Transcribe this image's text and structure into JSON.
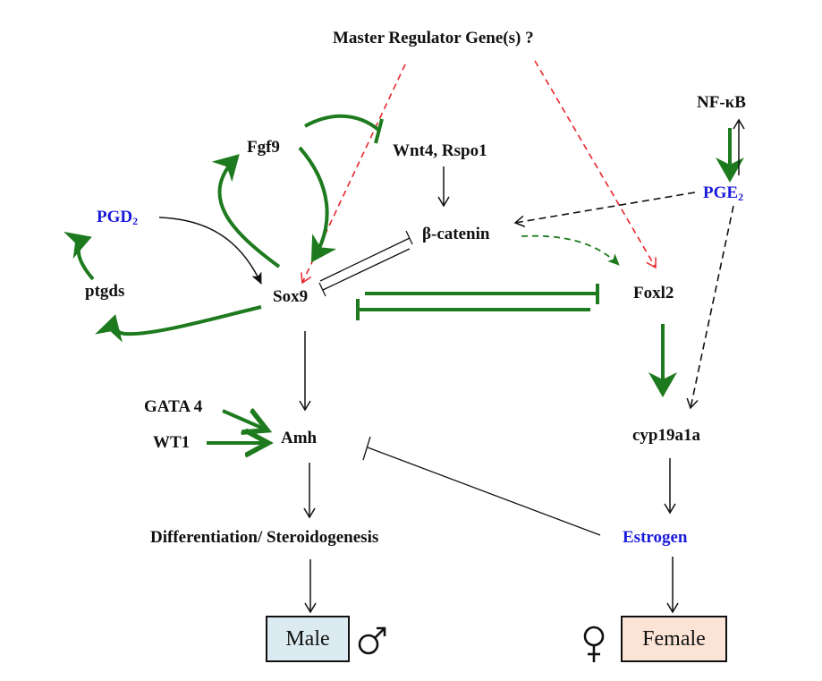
{
  "diagram": {
    "title": "Master Regulator Gene(s) ?",
    "nodes": {
      "master": "Master Regulator Gene(s) ?",
      "fgf9": "Fgf9",
      "wnt4_rspo1": "Wnt4, Rspo1",
      "nfkb": "NF-κB",
      "pge2": "PGE",
      "pge2_sub": "2",
      "pgd2": "PGD",
      "pgd2_sub": "2",
      "beta_catenin": "β-catenin",
      "ptgds": "ptgds",
      "sox9": "Sox9",
      "foxl2": "Foxl2",
      "gata4": "GATA 4",
      "wt1": "WT1",
      "amh": "Amh",
      "cyp19a1a": "cyp19a1a",
      "differentiation": "Differentiation/ Steroidogenesis",
      "estrogen": "Estrogen",
      "male": "Male",
      "female": "Female"
    },
    "symbols": {
      "male_symbol": "male-symbol-icon",
      "female_symbol": "female-symbol-icon"
    },
    "colors": {
      "activation_green": "#1e7a1e",
      "master_red_dashed": "#e8262b",
      "black": "#111111",
      "signal_blue": "#1a1adb",
      "male_box": "#dcebf1",
      "female_box": "#fbe3d6"
    },
    "edges": [
      {
        "from": "Master Regulator Gene(s) ?",
        "to": "Sox9",
        "type": "activation",
        "style": "dashed",
        "color": "red"
      },
      {
        "from": "Master Regulator Gene(s) ?",
        "to": "Foxl2",
        "type": "activation",
        "style": "dashed",
        "color": "red"
      },
      {
        "from": "Fgf9",
        "to": "Wnt4, Rspo1",
        "type": "inhibition",
        "style": "solid",
        "color": "green"
      },
      {
        "from": "Fgf9",
        "to": "Sox9",
        "type": "activation",
        "style": "solid",
        "color": "green"
      },
      {
        "from": "Sox9",
        "to": "Fgf9",
        "type": "activation",
        "style": "solid",
        "color": "green"
      },
      {
        "from": "Wnt4, Rspo1",
        "to": "β-catenin",
        "type": "activation",
        "style": "solid",
        "color": "black"
      },
      {
        "from": "NF-κB",
        "to": "PGE2",
        "type": "activation",
        "style": "solid",
        "color": "green"
      },
      {
        "from": "PGE2",
        "to": "NF-κB",
        "type": "activation",
        "style": "solid",
        "color": "black"
      },
      {
        "from": "PGE2",
        "to": "β-catenin",
        "type": "activation",
        "style": "dashed",
        "color": "black"
      },
      {
        "from": "PGE2",
        "to": "cyp19a1a",
        "type": "activation",
        "style": "dashed",
        "color": "black"
      },
      {
        "from": "β-catenin",
        "to": "Foxl2",
        "type": "activation",
        "style": "dashed",
        "color": "green"
      },
      {
        "from": "Sox9",
        "to": "β-catenin",
        "type": "inhibition",
        "style": "solid",
        "color": "black"
      },
      {
        "from": "β-catenin",
        "to": "Sox9",
        "type": "inhibition",
        "style": "solid",
        "color": "black"
      },
      {
        "from": "PGD2",
        "to": "Sox9",
        "type": "activation",
        "style": "solid",
        "color": "black"
      },
      {
        "from": "ptgds",
        "to": "PGD2",
        "type": "activation",
        "style": "solid",
        "color": "green"
      },
      {
        "from": "Sox9",
        "to": "ptgds",
        "type": "activation",
        "style": "solid",
        "color": "green"
      },
      {
        "from": "Sox9",
        "to": "Foxl2",
        "type": "inhibition",
        "style": "solid",
        "color": "green"
      },
      {
        "from": "Foxl2",
        "to": "Sox9",
        "type": "inhibition",
        "style": "solid",
        "color": "green"
      },
      {
        "from": "Sox9",
        "to": "Amh",
        "type": "activation",
        "style": "solid",
        "color": "black"
      },
      {
        "from": "GATA 4",
        "to": "Amh",
        "type": "activation",
        "style": "solid",
        "color": "green"
      },
      {
        "from": "WT1",
        "to": "Amh",
        "type": "activation",
        "style": "solid",
        "color": "green"
      },
      {
        "from": "Foxl2",
        "to": "cyp19a1a",
        "type": "activation",
        "style": "solid",
        "color": "green"
      },
      {
        "from": "Amh",
        "to": "Differentiation/ Steroidogenesis",
        "type": "activation",
        "style": "solid",
        "color": "black"
      },
      {
        "from": "cyp19a1a",
        "to": "Estrogen",
        "type": "activation",
        "style": "solid",
        "color": "black"
      },
      {
        "from": "Estrogen",
        "to": "Amh",
        "type": "inhibition",
        "style": "solid",
        "color": "black"
      },
      {
        "from": "Differentiation/ Steroidogenesis",
        "to": "Male",
        "type": "activation",
        "style": "solid",
        "color": "black"
      },
      {
        "from": "Estrogen",
        "to": "Female",
        "type": "activation",
        "style": "solid",
        "color": "black"
      }
    ]
  }
}
